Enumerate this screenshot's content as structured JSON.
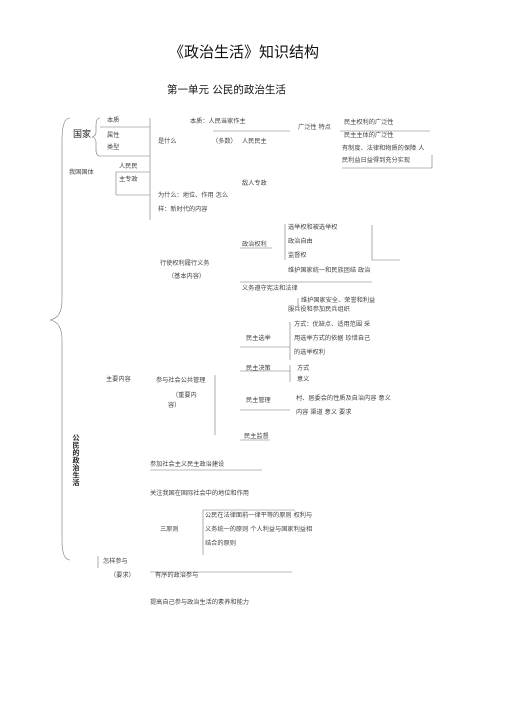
{
  "title": "《政治生活》知识结构",
  "unit_title": "第一单元  公民的政治生活",
  "nodes": {
    "benzhi": "本质",
    "guojia": "国家",
    "shuxing": "属性",
    "leixing": "类型",
    "woguo": "我国国体",
    "renminmin": "人民民",
    "zhuzhuanzheng": "主专政",
    "benzhi_rmdj": "本质：人民当家作主",
    "shishenme": "是什么",
    "duoshu": "（多数）",
    "renminminzhu": "人民民主",
    "guangfanxing": "广泛性  特点",
    "mzql": "民主权利的广泛性",
    "mzzt": "民主主体的广泛性",
    "youzhidu": "有制度、法律和物质的保障  人",
    "zhenshixing": "民利益日益得到充分实现",
    "weishenme": "为什么：地位、作用  怎么",
    "ban_xinshidai": "样：新时代的内容",
    "direnzhuanzheng": "敌人专政",
    "xuanjuquan": "选举权和被选举权",
    "zhengzhiquanli": "政治权利",
    "zhengzhiziyou": "政治自由",
    "jianduquan": "监督权",
    "xingshi": "行使权利履行义务",
    "jibenneirong": "（基本内容）",
    "weihu": "维护国家统一和民族团结  政治",
    "yiwuzunshou": "义务遵守宪法和法律",
    "anquan": "维护国家安全、荣誉和利益",
    "fubingyi": "服兵役和参加民兵组织",
    "fangshi": "方式：优缺点、适用范围  采",
    "yongxuanju": "用选举方式的依据  珍惜自己",
    "minzhuxuanju": "民主选举",
    "xuanjuquan2": "的选举权利",
    "minzhujuece": "民主决策",
    "fangshi2": "方式",
    "yiyi": "意义",
    "zhuyaoneirong": "主要内容",
    "canyu": "参与社会公共管理",
    "zhongyao": "（重要内",
    "rong": "容）",
    "minzhuguanli": "民主管理",
    "cunju": "村、居委会的性质及自治内容  意义",
    "neirong": "内容  渠道  意义  要求",
    "minzhujiandu": "民主监督",
    "vertical": "公民的政治生活",
    "canjia": "参加社会主义民主政治建设",
    "guanzhu": "关注我国在国际社会中的地位和作用",
    "sanyuanze": "三原则",
    "falv": "公民在法律面前一律平等的原则  权利与",
    "yiwu": "义务统一的原则  个人利益与国家利益相",
    "jiehe": "结合的原则",
    "zenyang": "怎样参与",
    "yaoqiu": "（要求）",
    "youxu": "有序的政治参与",
    "tigao": "提高自己参与政治生活的素养和能力"
  }
}
